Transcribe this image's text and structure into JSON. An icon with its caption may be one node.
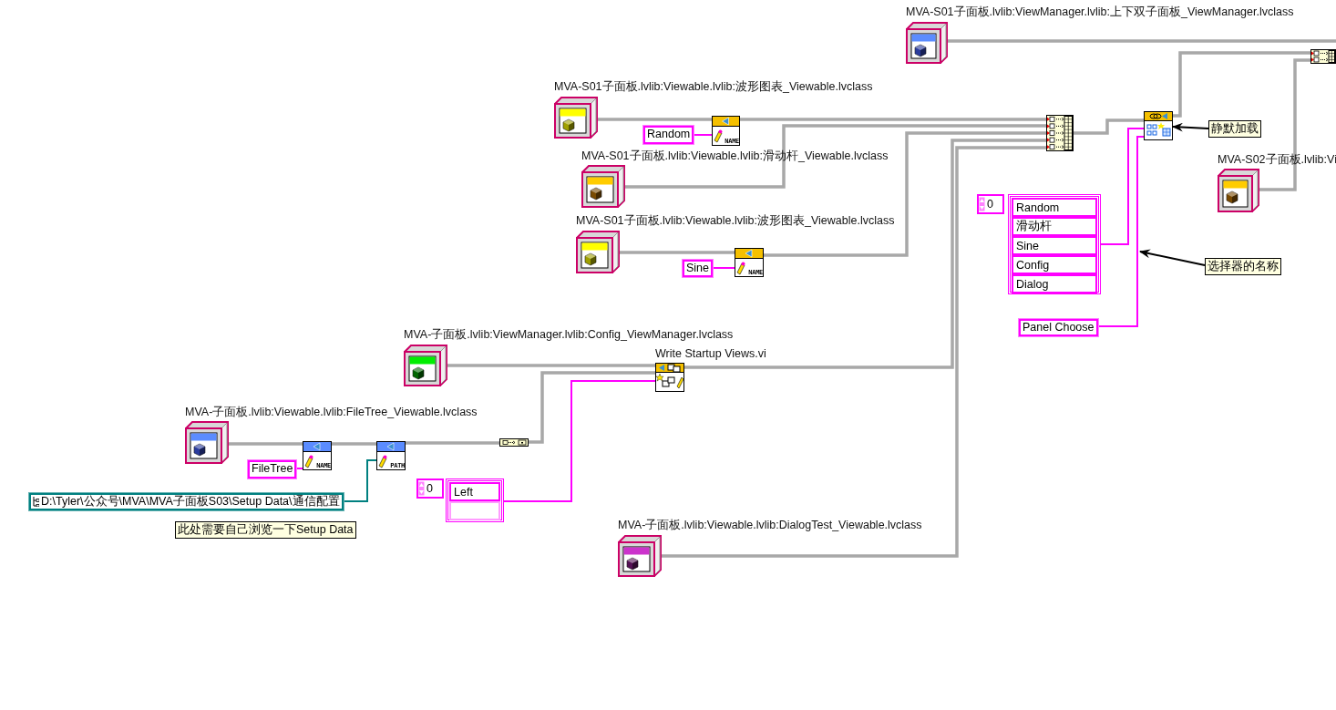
{
  "diagram": {
    "nodes": [
      {
        "text": [],
        "shape": "box",
        "beside": [
          "MVA-S01子面板.lvlib:ViewManager.lvlib:上下双子面板_ViewManager.lvclass"
        ]
      },
      {
        "text": [],
        "shape": "box",
        "beside": [
          "MVA-S01子面板.lvlib:Viewable.lvlib:波形图表_Viewable.lvclass"
        ]
      },
      {
        "text": [
          "Random"
        ]
      },
      {
        "text": [
          "NAME"
        ]
      },
      {
        "text": [],
        "shape": "box",
        "beside": [
          "MVA-S01子面板.lvlib:Viewable.lvlib:滑动杆_Viewable.lvclass"
        ]
      },
      {
        "text": [],
        "shape": "box",
        "beside": [
          "MVA-S01子面板.lvlib:Viewable.lvlib:波形图表_Viewable.lvclass"
        ]
      },
      {
        "text": [
          "Sine"
        ]
      },
      {
        "text": [
          "NAME"
        ]
      },
      {
        "text": [],
        "shape": "box"
      },
      {
        "text": [],
        "shape": "box"
      },
      {
        "text": [
          "静默加载"
        ]
      },
      {
        "text": [],
        "shape": "box",
        "beside": [
          "MVA-S02子面板.lvlib:Vi"
        ]
      },
      {
        "text": [],
        "shape": "box"
      },
      {
        "text": [
          "0",
          "Random",
          "滑动杆",
          "Sine",
          "Config",
          "Dialog"
        ]
      },
      {
        "text": [
          "选择器的名称"
        ]
      },
      {
        "text": [
          "Panel Choose"
        ]
      },
      {
        "text": [],
        "shape": "box",
        "beside": [
          "MVA-子面板.lvlib:ViewManager.lvlib:Config_ViewManager.lvclass"
        ]
      },
      {
        "text": [],
        "shape": "box",
        "beside": [
          "Write Startup Views.vi"
        ]
      },
      {
        "text": [],
        "shape": "box",
        "beside": [
          "MVA-子面板.lvlib:Viewable.lvlib:FileTree_Viewable.lvclass"
        ]
      },
      {
        "text": [
          "NAME"
        ]
      },
      {
        "text": [
          "FileTree"
        ]
      },
      {
        "text": [
          "PATH"
        ]
      },
      {
        "text": [
          "D:\\Tyler\\公众号\\MVA\\MVA子面板S03\\Setup Data\\通信配置"
        ]
      },
      {
        "text": [
          "此处需要自己浏览一下Setup Data"
        ]
      },
      {
        "text": [],
        "shape": "box"
      },
      {
        "text": [
          "0",
          "Left"
        ]
      },
      {
        "text": [],
        "shape": "box",
        "beside": [
          "MVA-子面板.lvlib:Viewable.lvlib:DialogTest_Viewable.lvclass"
        ]
      }
    ],
    "edges": [
      {
        "from": 0,
        "to": null,
        "arrow": "none"
      },
      {
        "from": 9,
        "to": 12,
        "arrow": "none"
      },
      {
        "from": 11,
        "to": 12,
        "arrow": "none"
      },
      {
        "from": 1,
        "to": 3,
        "arrow": "none"
      },
      {
        "from": 2,
        "to": 3,
        "arrow": "none",
        "color": "#ff00ff"
      },
      {
        "from": 3,
        "to": 8,
        "arrow": "none"
      },
      {
        "from": 4,
        "to": 8,
        "arrow": "none"
      },
      {
        "from": 5,
        "to": 7,
        "arrow": "none"
      },
      {
        "from": 6,
        "to": 7,
        "arrow": "none",
        "color": "#ff00ff"
      },
      {
        "from": 7,
        "to": 8,
        "arrow": "none"
      },
      {
        "from": 16,
        "to": 17,
        "arrow": "none"
      },
      {
        "from": 17,
        "to": 8,
        "arrow": "none"
      },
      {
        "from": 18,
        "to": 19,
        "arrow": "none"
      },
      {
        "from": 20,
        "to": 19,
        "arrow": "none",
        "color": "#ff00ff"
      },
      {
        "from": 19,
        "to": 21,
        "arrow": "none"
      },
      {
        "from": 22,
        "to": 21,
        "arrow": "none",
        "color": "#008080"
      },
      {
        "from": 21,
        "to": 24,
        "arrow": "none"
      },
      {
        "from": 24,
        "to": 17,
        "arrow": "none"
      },
      {
        "from": 25,
        "to": 17,
        "arrow": "none",
        "color": "#ff00ff"
      },
      {
        "from": 26,
        "to": 8,
        "arrow": "none"
      },
      {
        "from": 8,
        "to": 9,
        "arrow": "none"
      },
      {
        "from": 13,
        "to": 9,
        "arrow": "none",
        "color": "#ff00ff"
      },
      {
        "from": 15,
        "to": 9,
        "arrow": "none",
        "color": "#ff00ff"
      },
      {
        "from": 10,
        "to": 9,
        "arrow": "to",
        "color": "#000000"
      },
      {
        "from": 14,
        "to": null,
        "arrow": "to",
        "color": "#000000"
      }
    ]
  }
}
